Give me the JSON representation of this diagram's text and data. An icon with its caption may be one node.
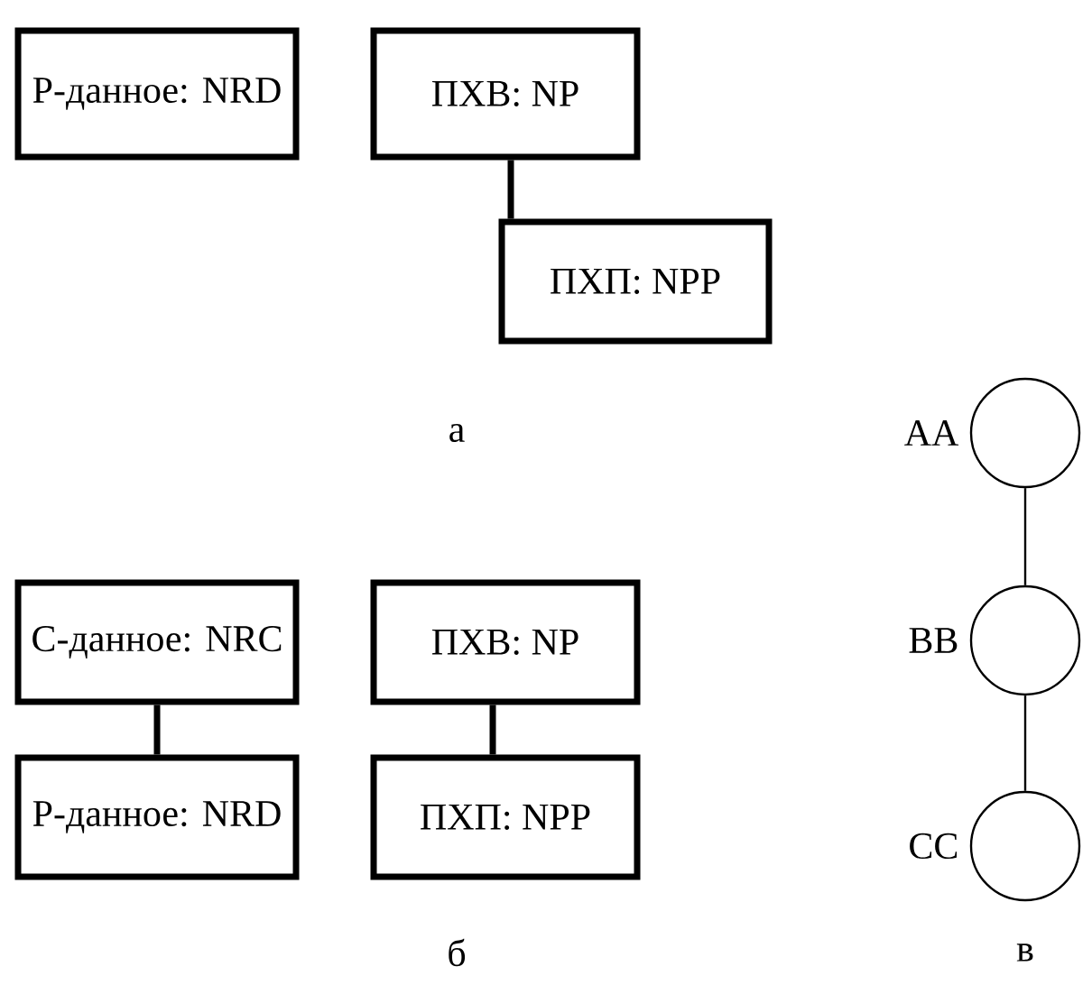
{
  "diagram": {
    "nodes": [
      {
        "text": [
          "Р-данное: NRD"
        ]
      },
      {
        "text": [
          "ПХВ: NP"
        ]
      },
      {
        "text": [
          "ПХП: NPP"
        ]
      },
      {
        "text": [],
        "shape": "circle",
        "beside": [
          "AA"
        ]
      },
      {
        "text": [
          "С-данное: NRC"
        ]
      },
      {
        "text": [
          "ПХВ: NP"
        ]
      },
      {
        "text": [],
        "shape": "circle",
        "beside": [
          "BB"
        ]
      },
      {
        "text": [
          "Р-данное: NRD"
        ]
      },
      {
        "text": [
          "ПХП: NPP"
        ]
      },
      {
        "text": [],
        "shape": "circle",
        "beside": [
          "CC"
        ]
      }
    ],
    "edges": [
      {
        "from": 1,
        "to": 2,
        "arrow": "none"
      },
      {
        "from": 3,
        "to": 6,
        "arrow": "none"
      },
      {
        "from": 6,
        "to": 9,
        "arrow": "none"
      },
      {
        "from": 4,
        "to": 7,
        "arrow": "none"
      },
      {
        "from": 5,
        "to": 8,
        "arrow": "none"
      }
    ],
    "labels": [
      "а",
      "б",
      "в"
    ]
  }
}
